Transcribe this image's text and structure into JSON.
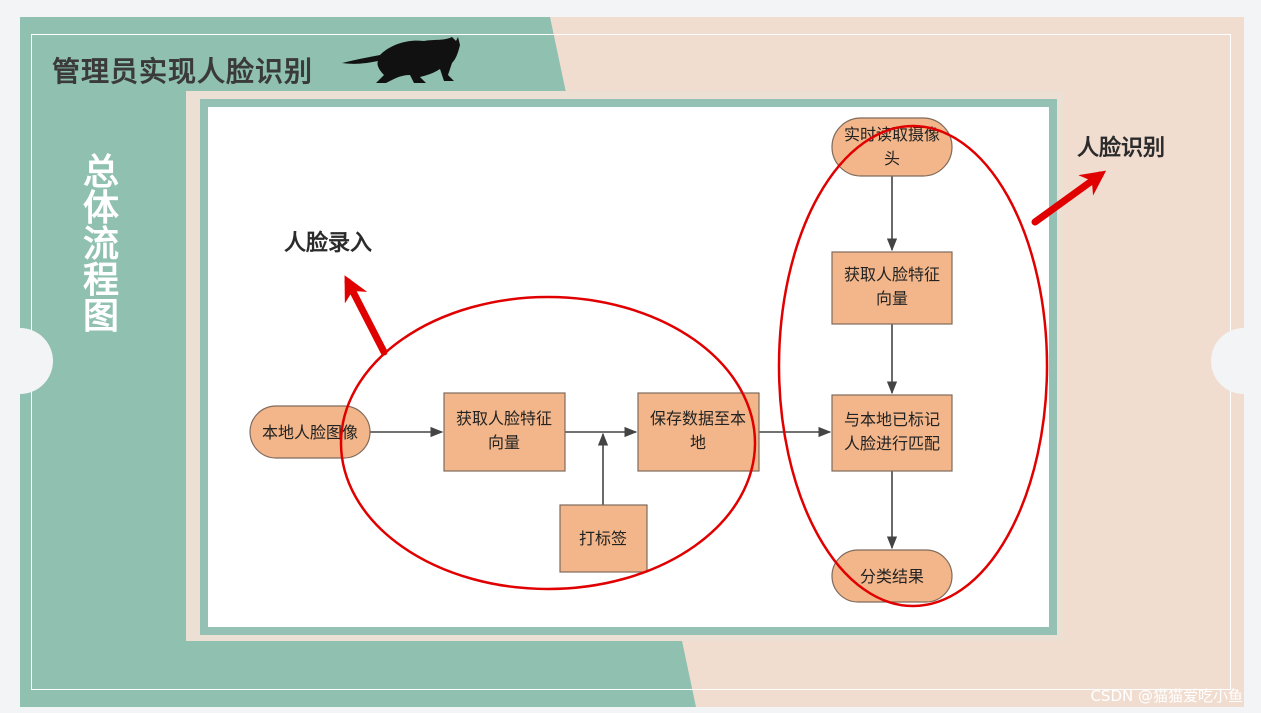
{
  "slide": {
    "title": "管理员实现人脸识别",
    "vertical_title": "总体流程图",
    "logo_icon": "running-cat-icon"
  },
  "labels": {
    "enroll": "人脸录入",
    "recognize": "人脸识别"
  },
  "flow": {
    "local_image": "本地人脸图像",
    "extract_left_l1": "获取人脸特征",
    "extract_left_l2": "向量",
    "save_l1": "保存数据至本",
    "save_l2": "地",
    "tag": "打标签",
    "camera_l1": "实时读取摄像",
    "camera_l2": "头",
    "extract_right_l1": "获取人脸特征",
    "extract_right_l2": "向量",
    "match_l1": "与本地已标记",
    "match_l2": "人脸进行匹配",
    "result": "分类结果"
  },
  "colors": {
    "green": "#8fc0b0",
    "peach": "#f1ddd0",
    "node_fill": "#f2b68a",
    "node_stroke": "#7f6a5c",
    "highlight": "#e00000"
  },
  "watermark": "CSDN @猫猫爱吃小鱼"
}
